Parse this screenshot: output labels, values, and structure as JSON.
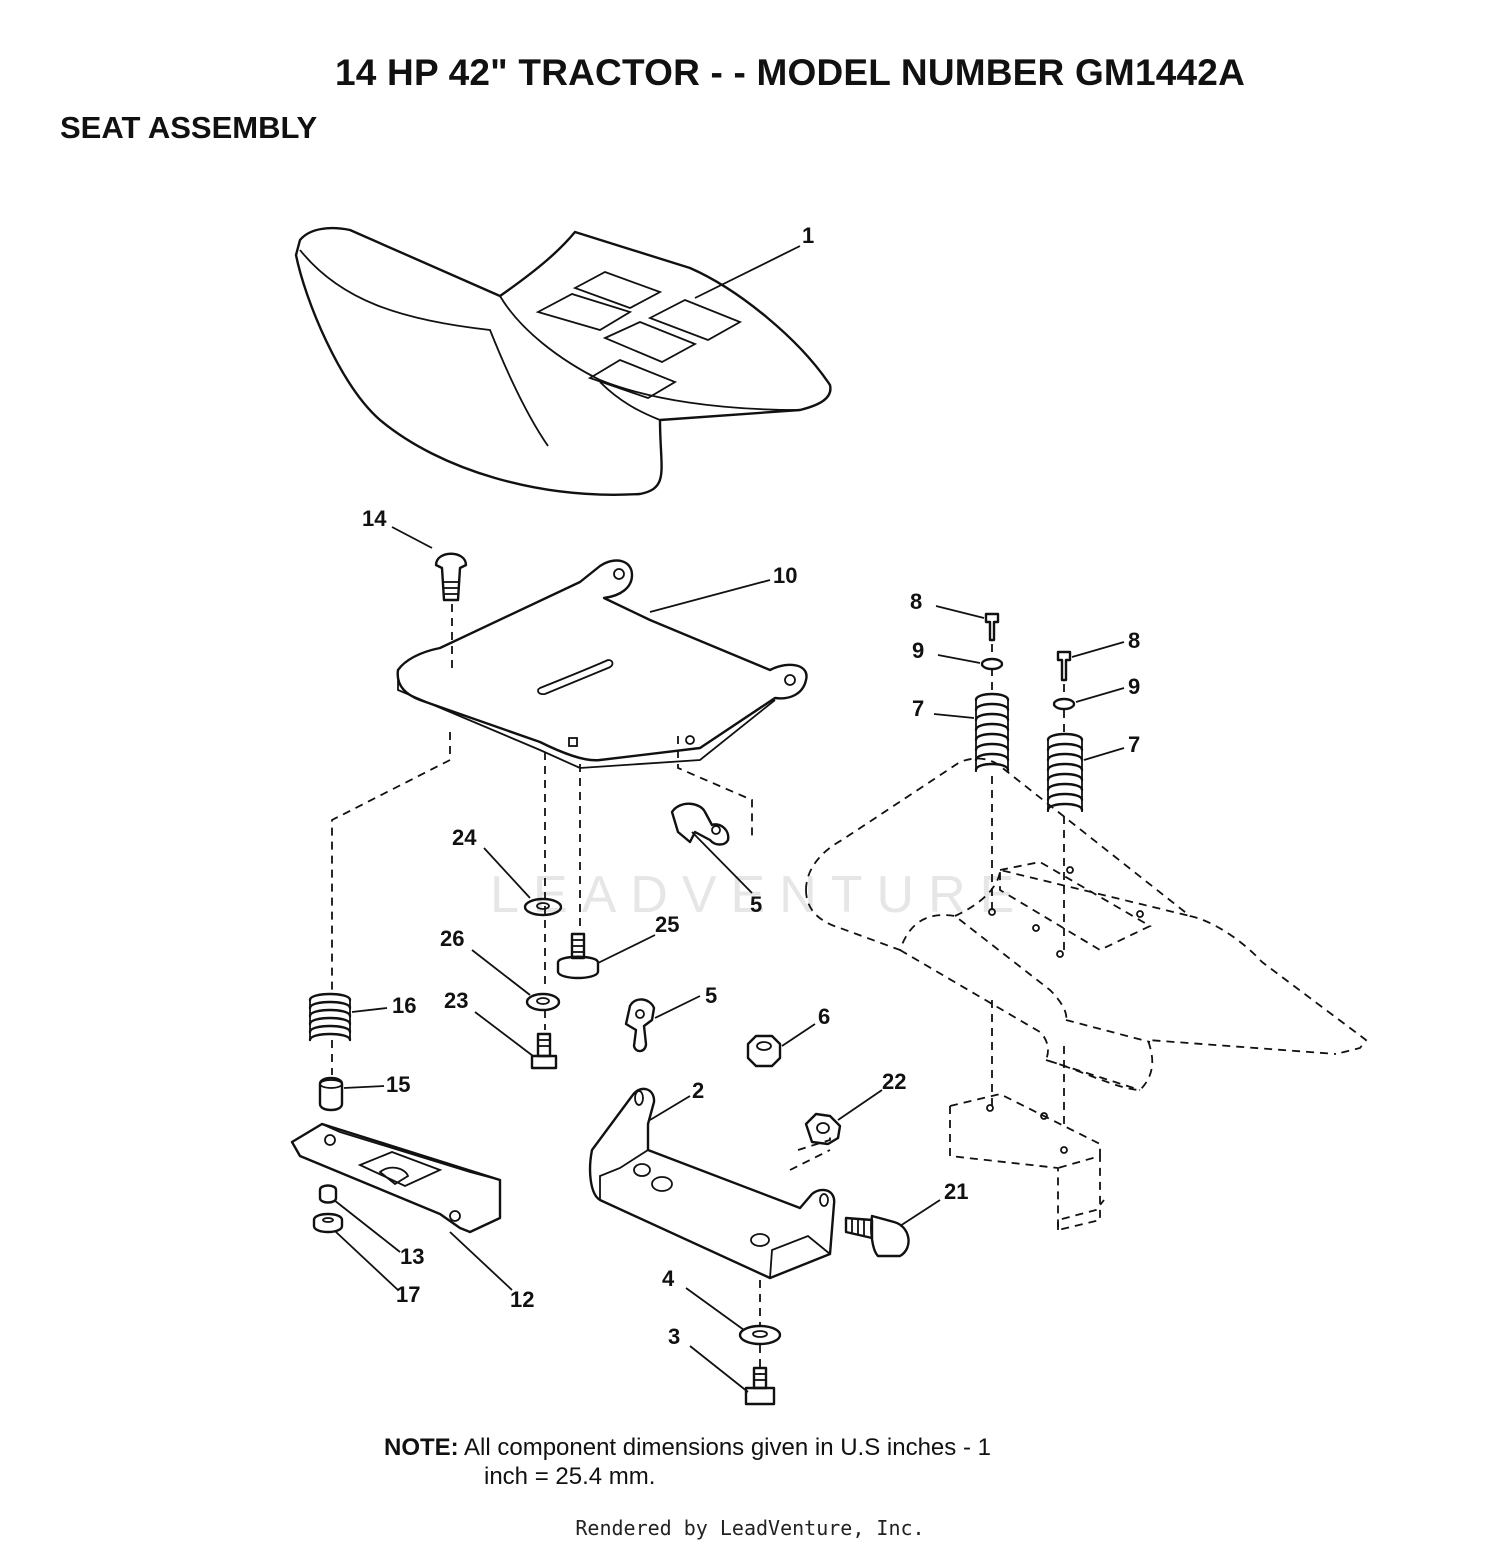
{
  "title": "14 HP 42\" TRACTOR - - MODEL NUMBER GM1442A",
  "section": "SEAT ASSEMBLY",
  "watermark": "LEADVENTURE",
  "callouts": {
    "c1": "1",
    "c2": "2",
    "c3": "3",
    "c4": "4",
    "c5a": "5",
    "c5b": "5",
    "c6": "6",
    "c7a": "7",
    "c7b": "7",
    "c8a": "8",
    "c8b": "8",
    "c9a": "9",
    "c9b": "9",
    "c10": "10",
    "c12": "12",
    "c13": "13",
    "c14": "14",
    "c15": "15",
    "c16": "16",
    "c17": "17",
    "c21": "21",
    "c22": "22",
    "c23": "23",
    "c24": "24",
    "c25": "25",
    "c26": "26"
  },
  "note": {
    "label": "NOTE:",
    "line1": "All component dimensions given in U.S  inches - 1",
    "line2": "inch = 25.4 mm."
  },
  "footer": "Rendered by LeadVenture, Inc."
}
